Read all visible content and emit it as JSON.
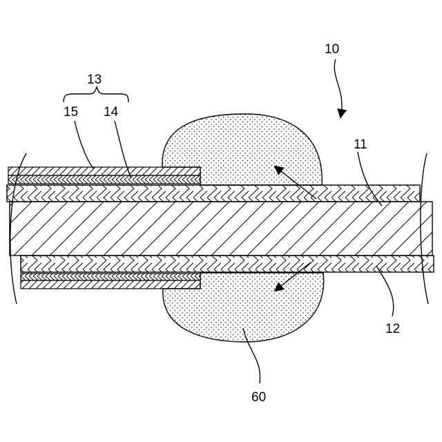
{
  "labels": {
    "device": "10",
    "upper_layer": "11",
    "lower_layer": "12",
    "coating": "13",
    "inner_coat": "14",
    "outer_coat": "15",
    "bump": "60"
  },
  "colors": {
    "line": "#000000",
    "background": "#ffffff"
  }
}
